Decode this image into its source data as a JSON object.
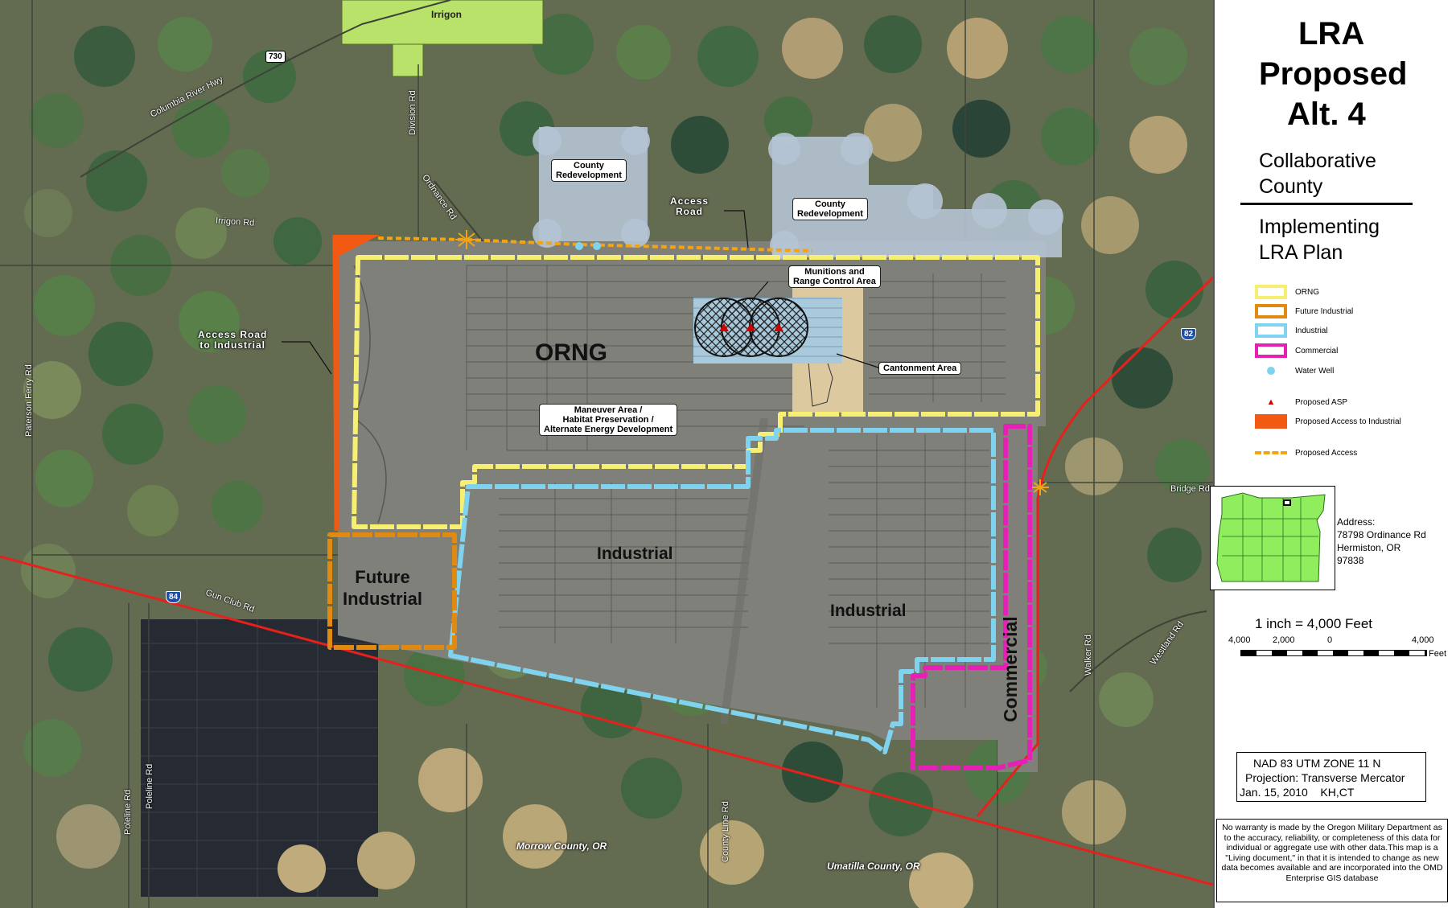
{
  "map": {
    "towns": {
      "irrigon": "Irrigon"
    },
    "roads": {
      "columbia_river_hwy": "Columbia River Hwy",
      "division_rd": "Division Rd",
      "ordnance_rd": "Ordnance Rd",
      "irrigon_rd": "Irrigon Rd",
      "paterson_ferry_rd": "Paterson Ferry Rd",
      "gun_club_rd": "Gun Club Rd",
      "poleline_rd_1": "Poleline Rd",
      "poleline_rd_2": "Poleline Rd",
      "county_line_rd": "County Line Rd",
      "walker_rd": "Walker Rd",
      "westland_rd": "Westland Rd",
      "bridge_rd": "Bridge Rd"
    },
    "shields": {
      "us730": "730",
      "i84": "84",
      "i82": "82"
    },
    "counties": {
      "morrow": "Morrow County, OR",
      "umatilla": "Umatilla County, OR"
    },
    "callouts": {
      "county_redev_1": "County\nRedevelopment",
      "county_redev_2": "County\nRedevelopment",
      "access_road": "Access\nRoad",
      "access_road_industrial": "Access Road\nto Industrial",
      "munitions": "Munitions and\nRange Control Area",
      "cantonment": "Cantonment Area",
      "maneuver": "Maneuver Area /\nHabitat Preservation /\nAlternate Energy Development"
    },
    "zones": {
      "orng": "ORNG",
      "future_industrial": "Future\nIndustrial",
      "industrial_1": "Industrial",
      "industrial_2": "Industrial",
      "commercial": "Commercial"
    }
  },
  "panel": {
    "title_line1": "LRA",
    "title_line2": "Proposed",
    "title_line3": "Alt. 4",
    "subtitle1_line1": "Collaborative",
    "subtitle1_line2": "County",
    "subtitle2_line1": "Implementing",
    "subtitle2_line2": "LRA Plan",
    "legend": [
      {
        "label": "ORNG",
        "type": "outline",
        "color": "#f7ef72"
      },
      {
        "label": "Future Industrial",
        "type": "outline",
        "color": "#e08a12"
      },
      {
        "label": "Industrial",
        "type": "outline",
        "color": "#7fd3ee"
      },
      {
        "label": "Commercial",
        "type": "outline",
        "color": "#e520b5"
      },
      {
        "label": "Water Well",
        "type": "dot",
        "color": "#7fd3ee"
      },
      {
        "label": "Proposed ASP",
        "type": "triangle",
        "color": "#d40000"
      },
      {
        "label": "Proposed Access to Industrial",
        "type": "fill",
        "color": "#f25a13"
      },
      {
        "label": "Proposed Access",
        "type": "dashed",
        "color": "#f2a413"
      }
    ],
    "address_label": "Address:",
    "address_line1": "78798 Ordinance Rd",
    "address_line2": "Hermiston, OR",
    "address_line3": "97838",
    "scale_text": "1 inch = 4,000 Feet",
    "scale_ticks": [
      "4,000",
      "2,000",
      "0",
      "4,000"
    ],
    "scale_unit": "Feet",
    "projection_line1": "NAD 83 UTM ZONE 11 N",
    "projection_line2": "Projection: Transverse Mercator",
    "projection_line3": "Jan. 15, 2010    KH,CT",
    "disclaimer": "No warranty is made by the Oregon Military Department as to the accuracy, reliability, or completeness of this data for individual or aggregate use with other data.This map is a \"Living document,\" in that it is intended to change as new data becomes available and are incorporated into the OMD Enterprise GIS database"
  }
}
